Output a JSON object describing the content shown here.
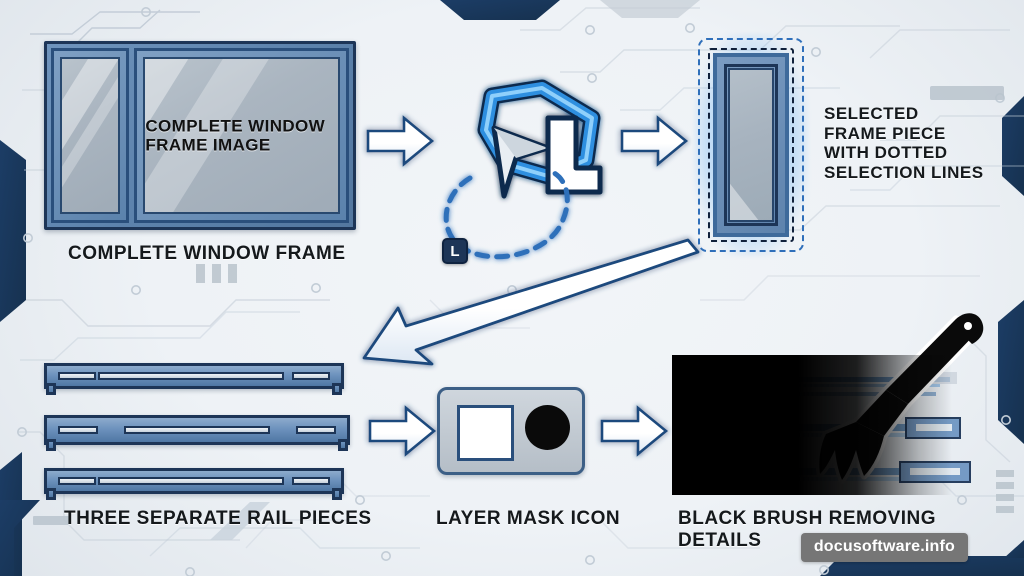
{
  "meta": {
    "title": "Window Frame Rail Separation Workflow",
    "background_color": "#eef2f6",
    "accent_blue": "#2f6fba",
    "dark_navy": "#1d3557",
    "frame_blue": "#6d92bd",
    "glass_gray": "#aab5c0"
  },
  "steps": {
    "step1": {
      "inner_text": "COMPLETE WINDOW\nFRAME IMAGE",
      "caption": "COMPLETE WINDOW FRAME"
    },
    "step2": {
      "tool_name": "lasso-tool",
      "shortcut_key": "L",
      "badge_key": "L"
    },
    "step3": {
      "caption": "SELECTED\nFRAME PIECE\nWITH DOTTED\nSELECTION LINES"
    },
    "step4": {
      "caption": "THREE SEPARATE RAIL PIECES",
      "rail_count": 3
    },
    "step5": {
      "caption": "LAYER MASK ICON"
    },
    "step6": {
      "caption": "BLACK BRUSH REMOVING DETAILS"
    }
  },
  "watermark": {
    "text": "docusoftware.info"
  }
}
